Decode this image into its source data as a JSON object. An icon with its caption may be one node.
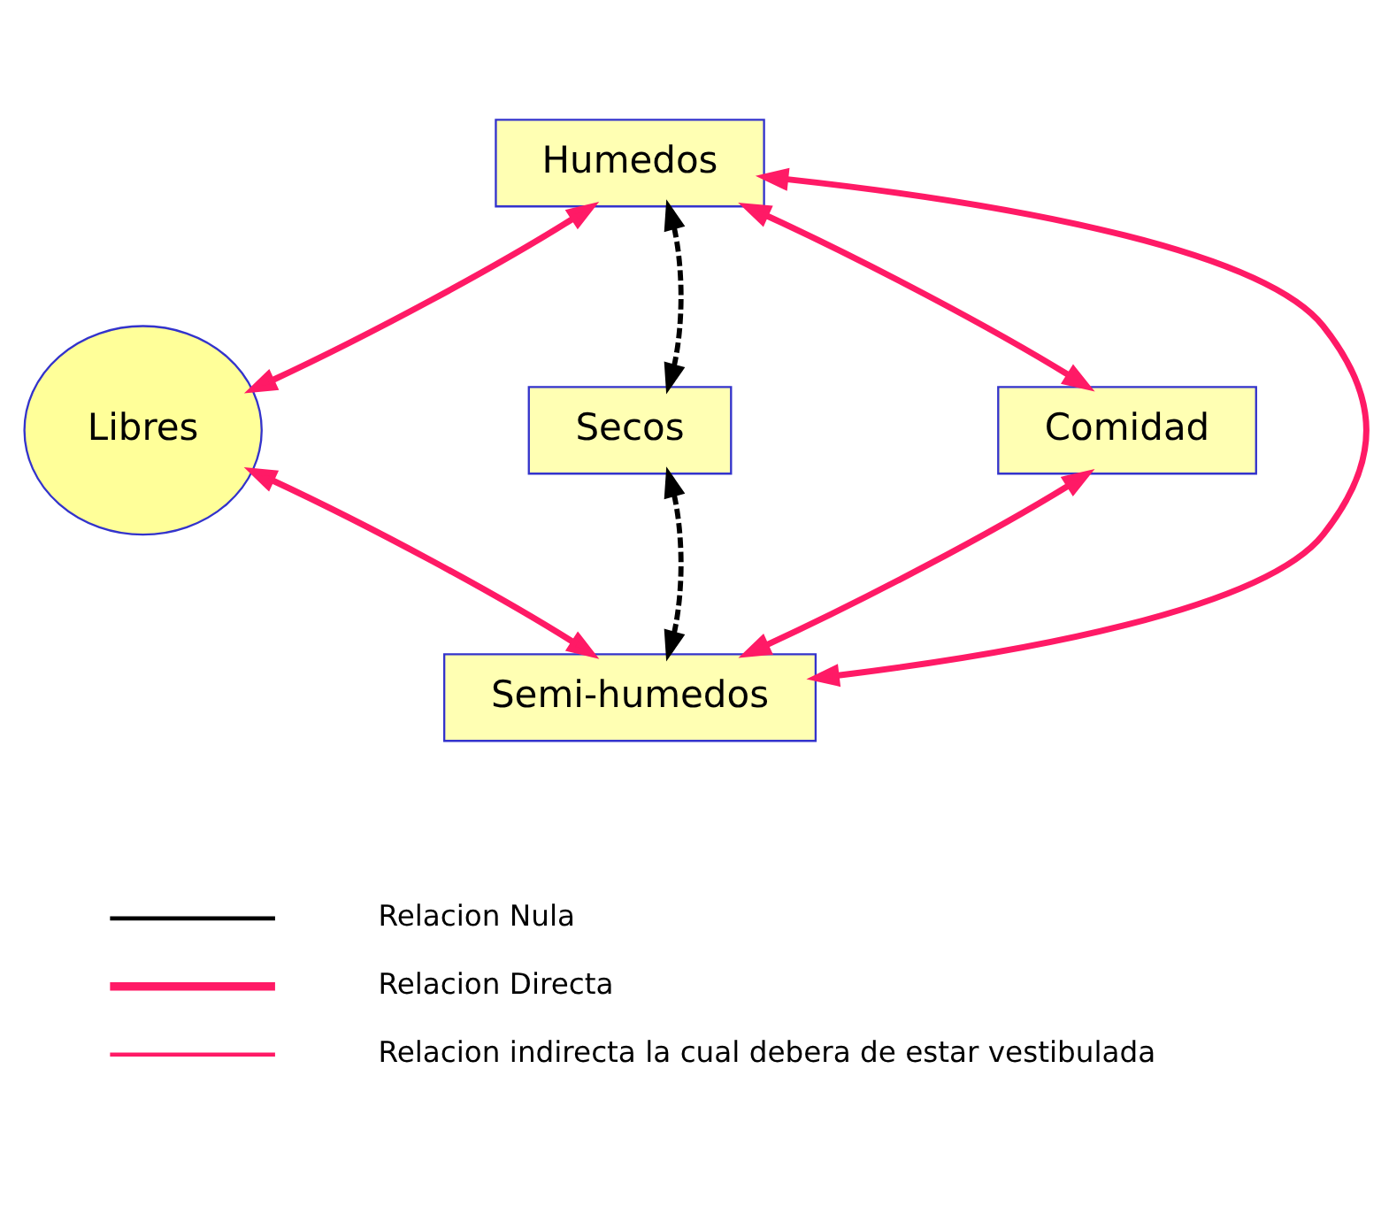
{
  "diagram": {
    "nodes": [
      {
        "text": [
          "Humedos"
        ]
      },
      {
        "text": [
          "Libres"
        ]
      },
      {
        "text": [
          "Secos"
        ]
      },
      {
        "text": [
          "Comidad"
        ]
      },
      {
        "text": [
          "Semi-humedos"
        ]
      }
    ],
    "edges": [
      {
        "from": 1,
        "to": 0,
        "arrow": "both"
      },
      {
        "from": 2,
        "to": 0,
        "arrow": "both",
        "style": "dashed",
        "color": "#000000"
      },
      {
        "from": 0,
        "to": 4,
        "arrow": "both"
      },
      {
        "from": 0,
        "to": 3,
        "arrow": "both"
      },
      {
        "from": 3,
        "to": 4,
        "arrow": "both"
      },
      {
        "from": 2,
        "to": 4,
        "arrow": "both",
        "style": "dashed",
        "color": "#000000"
      },
      {
        "from": 1,
        "to": 4,
        "arrow": "both"
      }
    ],
    "legend": [
      {
        "text": "Relacion Nula"
      },
      {
        "text": "Relacion Directa"
      },
      {
        "text": "Relacion indirecta la cual debera de estar vestibulada"
      }
    ]
  }
}
